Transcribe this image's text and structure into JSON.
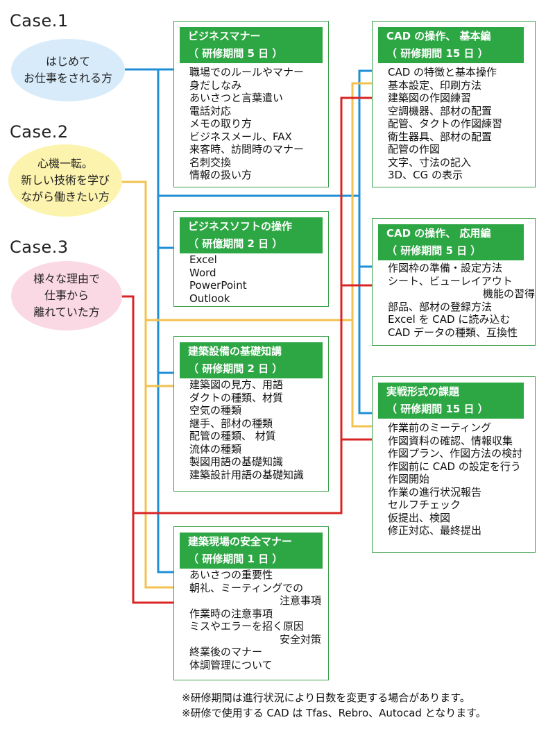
{
  "colors": {
    "blue": "#1e8fd6",
    "yellow": "#f2c14f",
    "red": "#d92424",
    "green": "#2da744"
  },
  "cases": [
    {
      "label": "Case.1",
      "lines": [
        "はじめて",
        "お仕事をされる方"
      ],
      "color": "#d7ebfa"
    },
    {
      "label": "Case.2",
      "lines": [
        "心機一転。",
        "新しい技術を学び",
        "ながら働きたい方"
      ],
      "color": "#fcf3ae"
    },
    {
      "label": "Case.3",
      "lines": [
        "様々な理由で",
        "仕事から",
        "離れていた方"
      ],
      "color": "#fbd9e4"
    }
  ],
  "courses": [
    {
      "title": "ビジネスマナー",
      "period": "（ 研修期間 5 日 ）",
      "items": [
        "職場でのルールやマナー",
        "身だしなみ",
        "あいさつと言葉遣い",
        "電話対応",
        "メモの取り方",
        "ビジネスメール、FAX",
        "来客時、訪問時のマナー",
        "名刺交換",
        "情報の扱い方"
      ]
    },
    {
      "title": "ビジネスソフトの操作",
      "period": "（ 研億期間 2 日 ）",
      "items": [
        "Excel",
        "Word",
        "PowerPoint",
        "Outlook"
      ]
    },
    {
      "title": "建築設備の基礎知講",
      "period": "（ 研修期間 2 日 ）",
      "items": [
        "建築図の見方、用語",
        "ダクトの種類、材質",
        "空気の種類",
        "継手、部材の種類",
        "配管の種類、 材質",
        "流体の種類",
        "製図用語の基礎知識",
        "建築設計用語の基礎知識"
      ]
    },
    {
      "title": "建築現場の安全マナー",
      "period": "（ 研修期間 1 日 ）",
      "items": [
        "あいさつの重要性",
        "朝礼、ミーティングでの",
        "注意事項",
        "作業時の注意事項",
        "ミスやエラーを招く原因",
        "安全対策",
        "終業後のマナー",
        "体調管理について"
      ]
    },
    {
      "title": "CAD の操作、 基本編",
      "period": "（ 研修期間 15 日 ）",
      "items": [
        "CAD の特徴と基本操作",
        "基本設定、印刷方法",
        "建築図の作図練習",
        "空調機器、部材の配置",
        "配管、タクトの作図練習",
        "衛生器具、部材の配置",
        "配管の作図",
        "文字、寸法の記入",
        "3D、CG の表示"
      ]
    },
    {
      "title": "CAD の操作、 応用編",
      "period": "（ 研修期間 5 日 ）",
      "items": [
        "作図枠の準備・設定方法",
        "シート、ビューレイアウト",
        "機能の習得",
        "部品、部材の登録方法",
        "Excel を CAD に読み込む",
        "CAD データの種類、互換性"
      ]
    },
    {
      "title": "実戦形式の課題",
      "period": "（ 研修期間 15 日 ）",
      "items": [
        "作業前のミーティング",
        "作図資料の確認、情報収集",
        "作図プラン、作図方法の検討",
        "作図前に CAD の設定を行う",
        "作図開始",
        "作業の進行状況報告",
        "セルフチェック",
        "仮提出、検図",
        "修正対応、最終提出"
      ]
    }
  ],
  "notes": [
    "※研修期間は進行状況により日数を変更する場合があります。",
    "※研修で使用する CAD は Tfas、Rebro、Autocad となります。"
  ]
}
